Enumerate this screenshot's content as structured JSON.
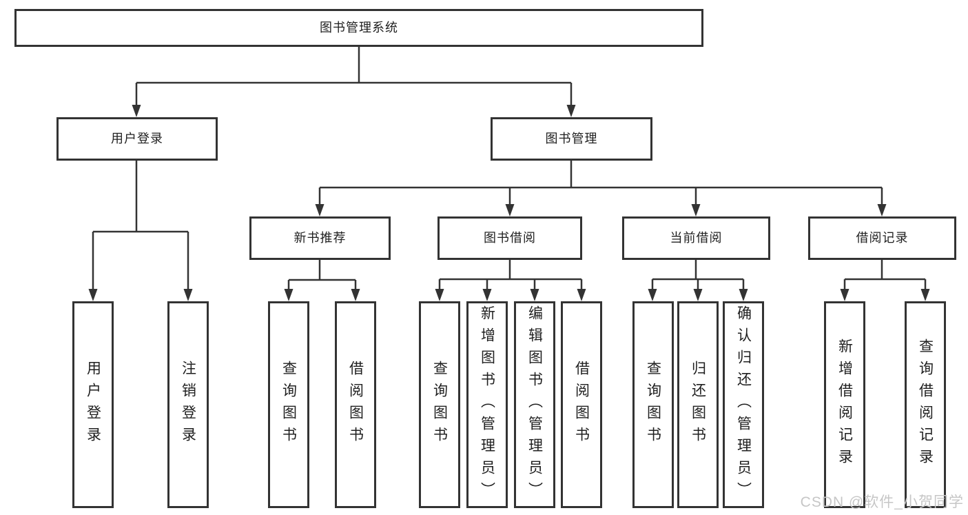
{
  "diagram_type": "hierarchy-tree",
  "tree": {
    "label": "图书管理系统",
    "children": [
      {
        "label": "用户登录",
        "children": [
          {
            "label": "用户登录"
          },
          {
            "label": "注销登录"
          }
        ]
      },
      {
        "label": "图书管理",
        "children": [
          {
            "label": "新书推荐",
            "children": [
              {
                "label": "查询图书"
              },
              {
                "label": "借阅图书"
              }
            ]
          },
          {
            "label": "图书借阅",
            "children": [
              {
                "label": "查询图书"
              },
              {
                "label": "新增图书（管理员）"
              },
              {
                "label": "编辑图书（管理员）"
              },
              {
                "label": "借阅图书"
              }
            ]
          },
          {
            "label": "当前借阅",
            "children": [
              {
                "label": "查询图书"
              },
              {
                "label": "归还图书"
              },
              {
                "label": "确认归还（管理员）"
              }
            ]
          },
          {
            "label": "借阅记录",
            "children": [
              {
                "label": "新增借阅记录"
              },
              {
                "label": "查询借阅记录"
              }
            ]
          }
        ]
      }
    ]
  },
  "watermark": {
    "text": "CSDN @软件_小贺同学"
  },
  "colors": {
    "line": "#333333",
    "box_border": "#333333",
    "box_fill": "#ffffff",
    "text": "#1f1f1f",
    "watermark": "#c6c6c6",
    "background": "#ffffff"
  }
}
